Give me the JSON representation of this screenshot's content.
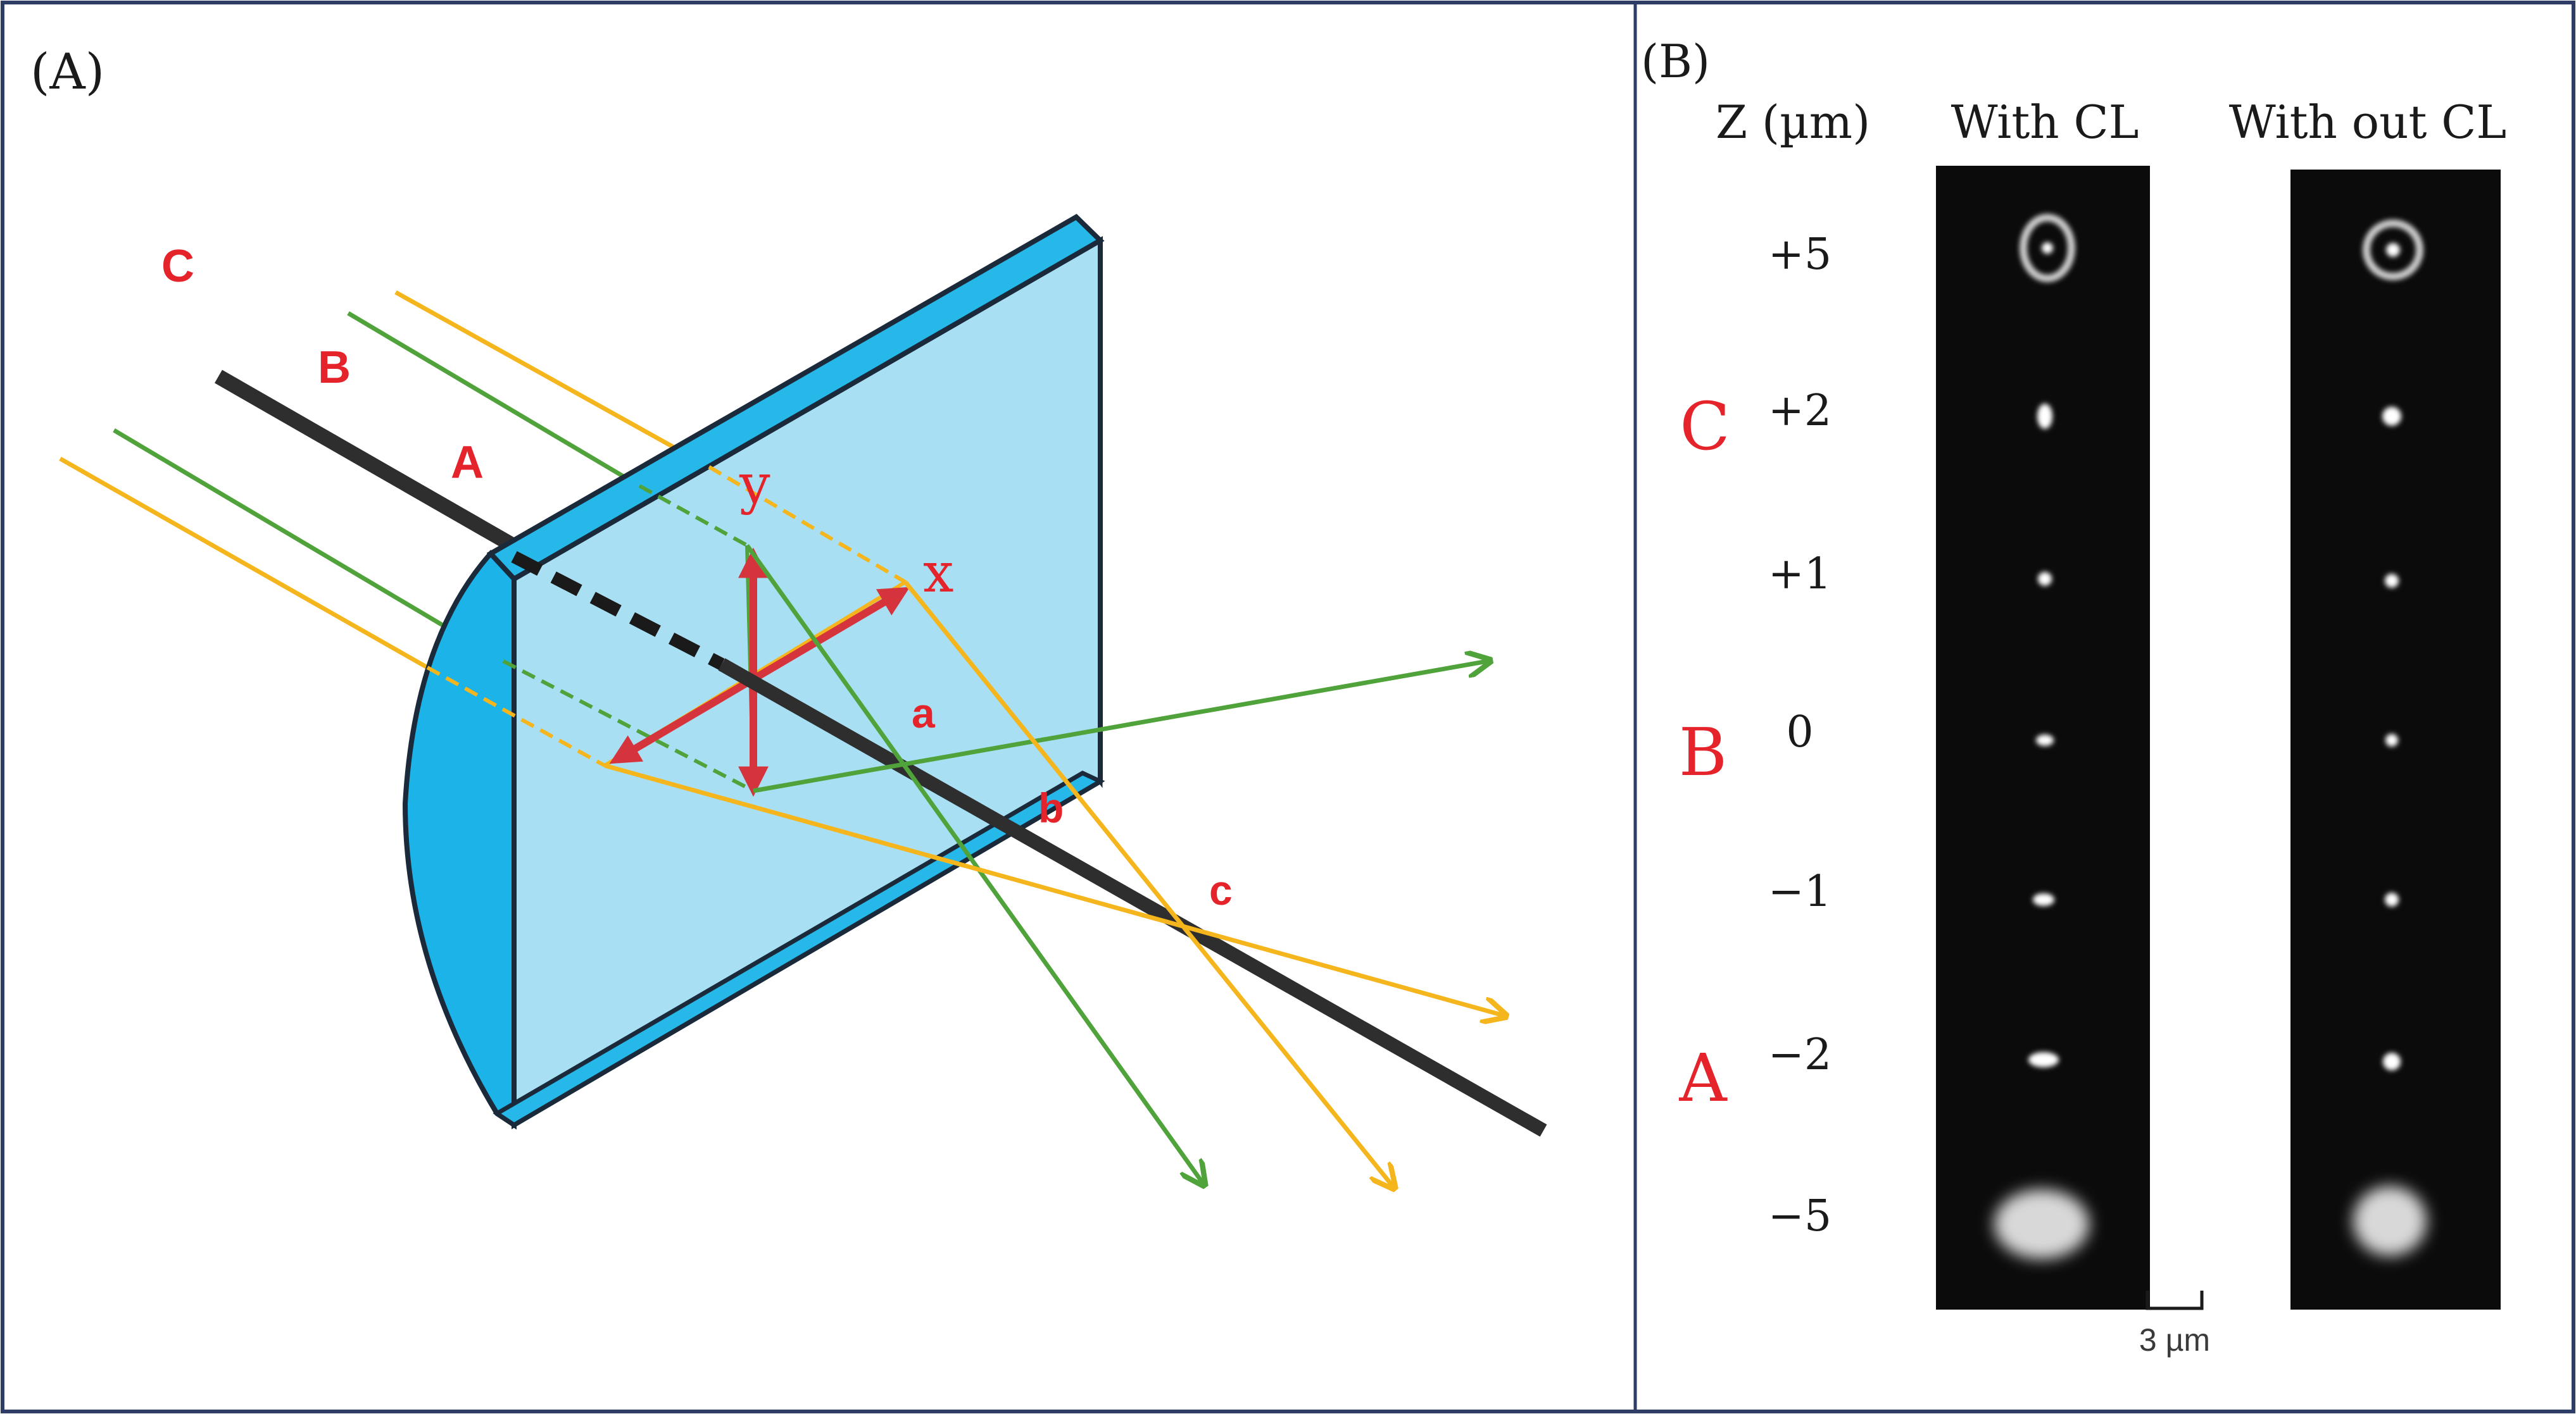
{
  "panel_a": {
    "label": "(A)",
    "beam_labels": {
      "c": "C",
      "b": "B",
      "a": "A"
    },
    "axis_labels": {
      "y": "y",
      "x": "x"
    },
    "focus_labels": {
      "a": "a",
      "b": "b",
      "c": "c"
    }
  },
  "panel_b": {
    "label": "(B)",
    "z_header": "Z (µm)",
    "col1_header": "With CL",
    "col2_header": "With out CL",
    "z_values": [
      "+5",
      "+2",
      "+1",
      "0",
      "−1",
      "−2",
      "−5"
    ],
    "plane_labels": {
      "c": "C",
      "b": "B",
      "a": "A"
    },
    "scale_bar": "3 µm"
  },
  "colors": {
    "lens_face": "#a9dff3",
    "lens_edge": "#1bb3e8",
    "lens_top": "#27b8ea",
    "outline": "#1a2a3a",
    "green_ray": "#4fa33a",
    "yellow_ray": "#f5b51c",
    "axis": "#2e2e2e",
    "arrows": "#d6343d",
    "red_text": "#e5232a",
    "border": "#2d3d66"
  }
}
